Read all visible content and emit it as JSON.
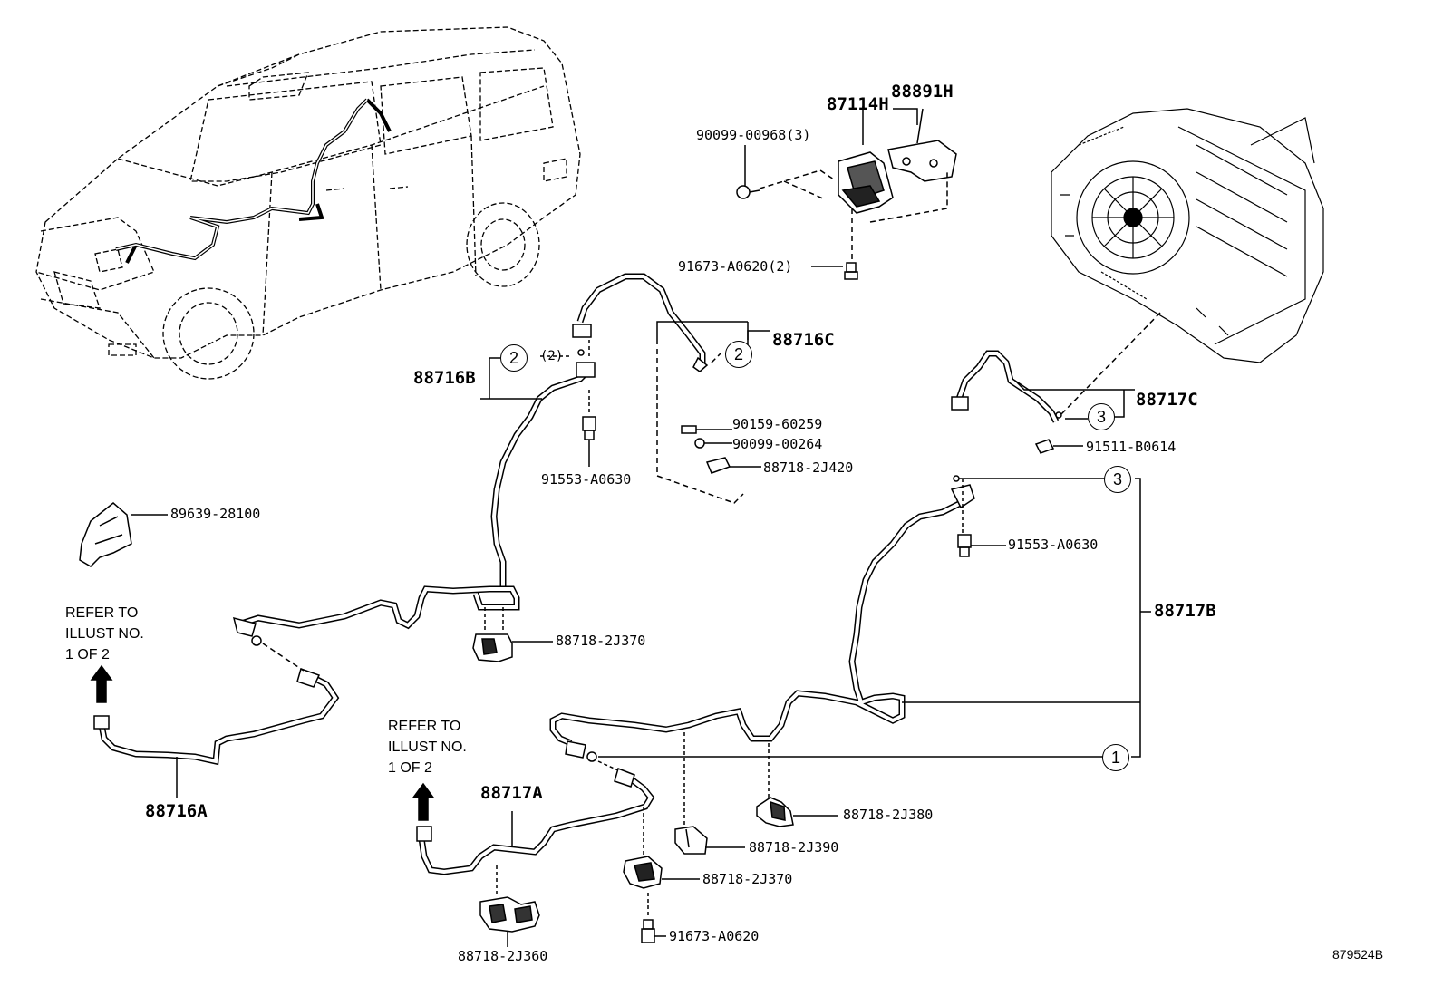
{
  "parts": {
    "p88891H": "88891H",
    "p87114H": "87114H",
    "p90099_00968": "90099-00968(3)",
    "p91673_A0620_2": "91673-A0620(2)",
    "p88716C": "88716C",
    "p88716B": "88716B",
    "p88716B_qty": "(2)",
    "p90159_60259": "90159-60259",
    "p90099_00264": "90099-00264",
    "p88718_2J420": "88718-2J420",
    "p91553_A0630_a": "91553-A0630",
    "p88717C": "88717C",
    "p91511_B0614": "91511-B0614",
    "p91553_A0630_b": "91553-A0630",
    "p89639_28100": "89639-28100",
    "p88717B": "88717B",
    "p88718_2J370_a": "88718-2J370",
    "p88716A": "88716A",
    "p88717A": "88717A",
    "p88718_2J380": "88718-2J380",
    "p88718_2J390": "88718-2J390",
    "p88718_2J370_b": "88718-2J370",
    "p91673_A0620": "91673-A0620",
    "p88718_2J360": "88718-2J360"
  },
  "refs": {
    "ref1": "REFER TO\nILLUST NO.\n1 OF 2",
    "ref2": "REFER TO\nILLUST NO.\n1 OF 2"
  },
  "callouts": {
    "c2a": "2",
    "c2b": "2",
    "c3a": "3",
    "c3b": "3",
    "c1": "1"
  },
  "illustration_code": "879524B"
}
